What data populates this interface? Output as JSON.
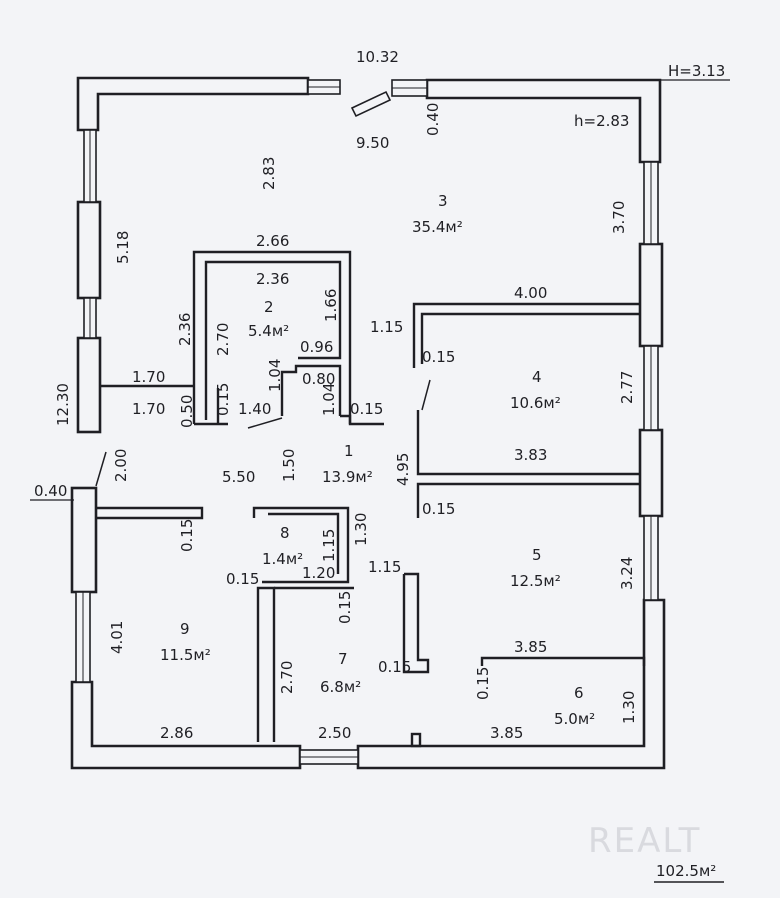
{
  "header": {
    "outer_length": "10.32",
    "outer_height": "H=3.13",
    "inner_height": "h=2.83"
  },
  "dims": {
    "d_950": "9.50",
    "d_040_top": "0.40",
    "d_283": "2.83",
    "d_518": "5.18",
    "d_370": "3.70",
    "d_266": "2.66",
    "d_236h": "2.36",
    "d_236v": "2.36",
    "d_270_r2": "2.70",
    "d_166": "1.66",
    "d_096": "0.96",
    "d_080": "0.80",
    "d_104a": "1.04",
    "d_104b": "1.04",
    "d_115_top": "1.15",
    "d_400": "4.00",
    "d_015_r4": "0.15",
    "d_277": "2.77",
    "d_170a": "1.70",
    "d_170b": "1.70",
    "d_015_a": "0.15",
    "d_050": "0.50",
    "d_140": "1.40",
    "d_015_b": "0.15",
    "d_1230": "12.30",
    "d_200": "2.00",
    "d_040_left": "0.40",
    "d_550": "5.50",
    "d_150": "1.50",
    "d_495": "4.95",
    "d_383": "3.83",
    "d_015_c": "0.15",
    "d_015_d": "0.15",
    "d_115_r8": "1.15",
    "d_130_r8": "1.30",
    "d_120": "1.20",
    "d_015_e": "0.15",
    "d_115_mid": "1.15",
    "d_015_f": "0.15",
    "d_324": "3.24",
    "d_401": "4.01",
    "d_270_r7": "2.70",
    "d_015_g": "0.15",
    "d_385a": "3.85",
    "d_015_h": "0.15",
    "d_130_r6": "1.30",
    "d_286": "2.86",
    "d_250": "2.50",
    "d_385b": "3.85"
  },
  "rooms": [
    {
      "num": "1",
      "area": "13.9м²"
    },
    {
      "num": "2",
      "area": "5.4м²"
    },
    {
      "num": "3",
      "area": "35.4м²"
    },
    {
      "num": "4",
      "area": "10.6м²"
    },
    {
      "num": "5",
      "area": "12.5м²"
    },
    {
      "num": "6",
      "area": "5.0м²"
    },
    {
      "num": "7",
      "area": "6.8м²"
    },
    {
      "num": "8",
      "area": "1.4м²"
    },
    {
      "num": "9",
      "area": "11.5м²"
    }
  ],
  "total_area": "102.5м²",
  "watermark": "REALT",
  "colors": {
    "ink": "#1f1f24",
    "paper": "#f3f4f7",
    "watermark": "#d9dadf"
  }
}
